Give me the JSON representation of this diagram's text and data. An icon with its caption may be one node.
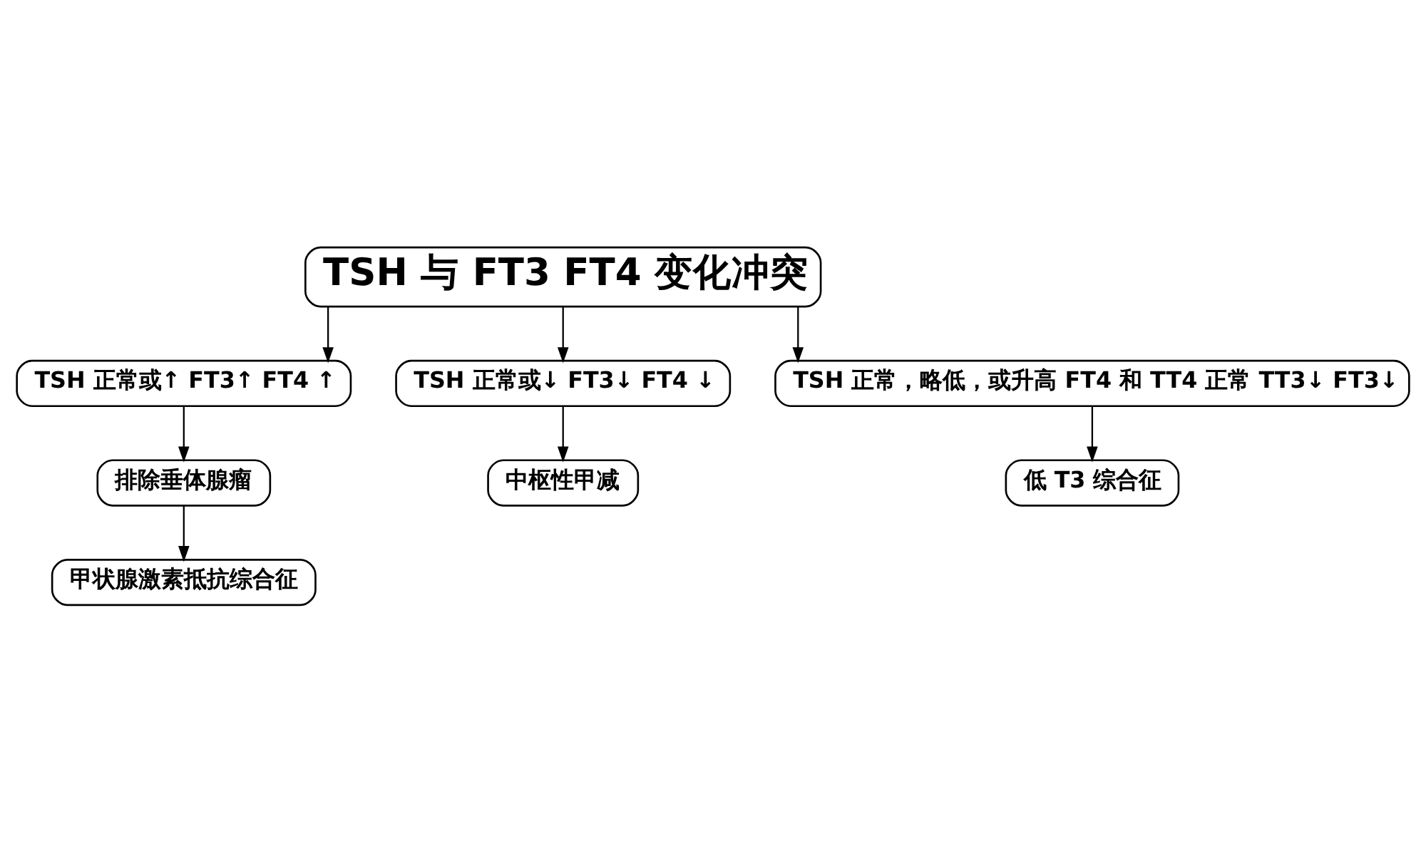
{
  "diagram": {
    "nodes": [
      {
        "text": [
          "TSH 与 FT3 FT4 变化冲突"
        ]
      },
      {
        "text": [
          "TSH 正常或↑ FT3↑ FT4 ↑"
        ]
      },
      {
        "text": [
          "排除垂体腺瘤"
        ]
      },
      {
        "text": [
          "甲状腺激素抵抗综合征"
        ]
      },
      {
        "text": [
          "TSH 正常或↓ FT3↓ FT4 ↓"
        ]
      },
      {
        "text": [
          "中枢性甲减"
        ]
      },
      {
        "text": [
          "TSH 正常，略低，或升高 FT4 和 TT4 正常 TT3↓ FT3↓"
        ]
      },
      {
        "text": [
          "低 T3 综合征"
        ]
      }
    ],
    "edges": [
      {
        "from": 0,
        "to": 1,
        "arrow": "to"
      },
      {
        "from": 0,
        "to": 4,
        "arrow": "to"
      },
      {
        "from": 0,
        "to": 6,
        "arrow": "to"
      },
      {
        "from": 1,
        "to": 2,
        "arrow": "to"
      },
      {
        "from": 2,
        "to": 3,
        "arrow": "to"
      },
      {
        "from": 4,
        "to": 5,
        "arrow": "to"
      },
      {
        "from": 6,
        "to": 7,
        "arrow": "to"
      }
    ]
  }
}
